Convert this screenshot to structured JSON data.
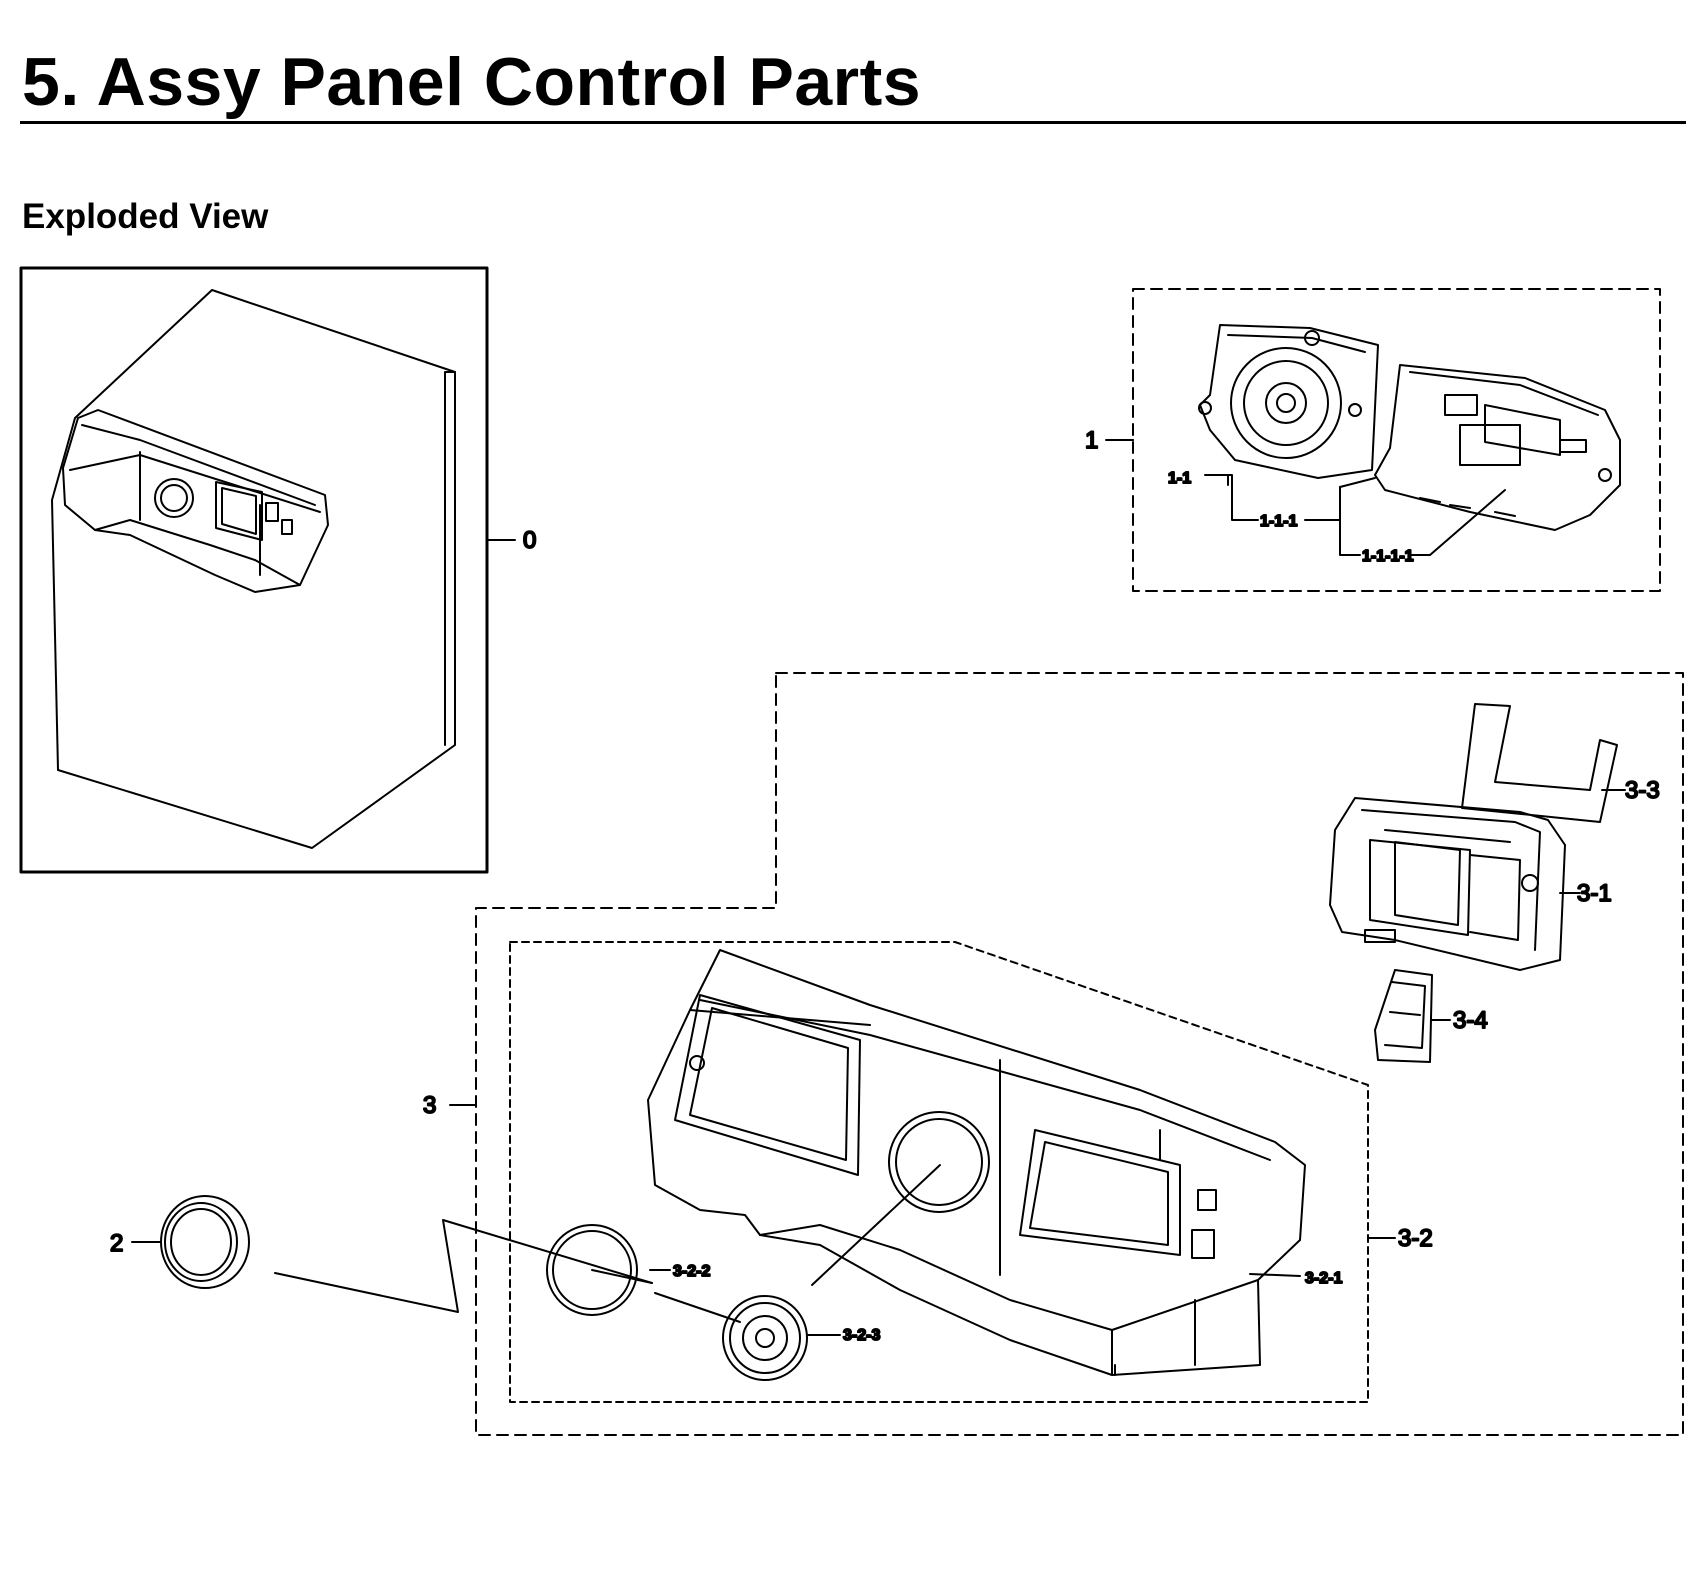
{
  "page": {
    "title": "5.  Assy Panel Control Parts",
    "subtitle": "Exploded View"
  },
  "callouts": {
    "c0": "0",
    "c1": "1",
    "c1_1": "1-1",
    "c1_1_1": "1-1-1",
    "c1_1_1_1": "1-1-1-1",
    "c2": "2",
    "c3": "3",
    "c3_1": "3-1",
    "c3_2": "3-2",
    "c3_2_1": "3-2-1",
    "c3_2_2": "3-2-2",
    "c3_2_3": "3-2-3",
    "c3_3": "3-3",
    "c3_4": "3-4"
  }
}
